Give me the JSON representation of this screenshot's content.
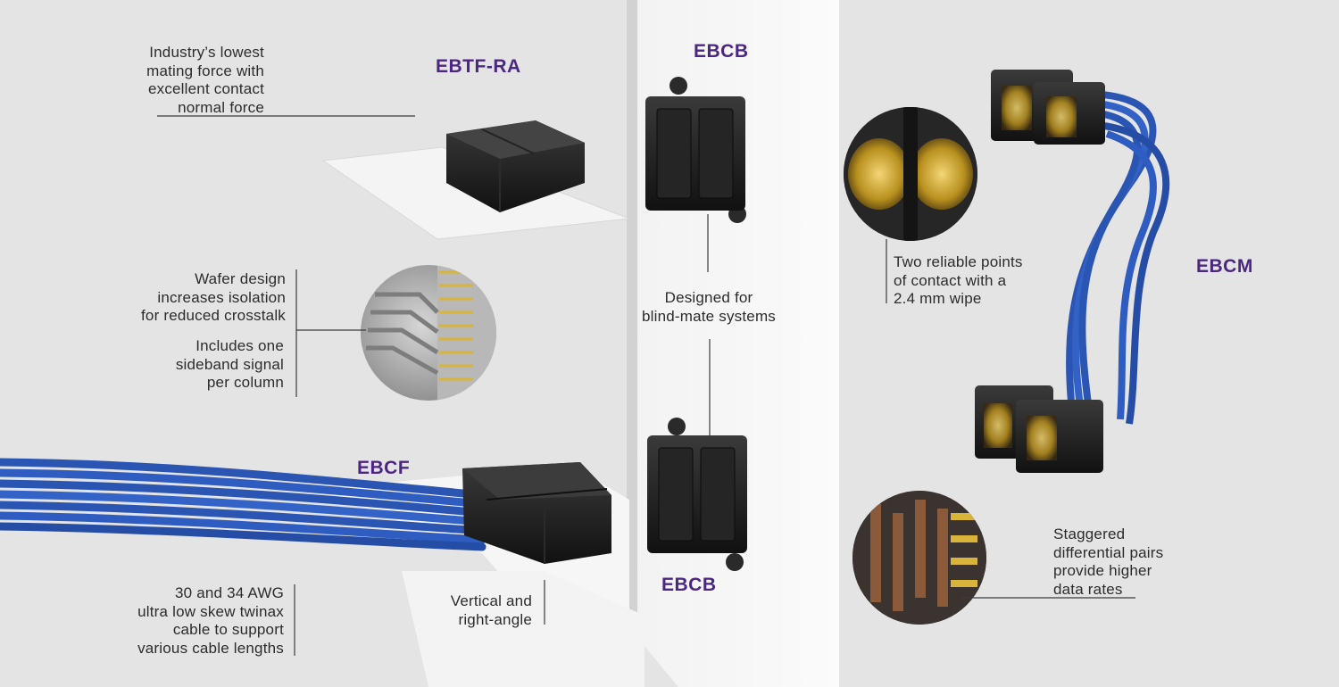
{
  "products": {
    "ebtf_ra": "EBTF-RA",
    "ebcb_top": "EBCB",
    "ebcb_bottom": "EBCB",
    "ebcm": "EBCM",
    "ebcf": "EBCF"
  },
  "callouts": {
    "mating_force": [
      "Industry’s lowest",
      "mating force with",
      "excellent contact",
      "normal force"
    ],
    "wafer_design": [
      "Wafer design",
      "increases isolation",
      "for reduced crosstalk"
    ],
    "sideband": [
      "Includes one",
      "sideband signal",
      "per column"
    ],
    "cable": [
      "30 and 34 AWG",
      "ultra low skew twinax",
      "cable to support",
      "various cable lengths"
    ],
    "vertical": [
      "Vertical and",
      "right-angle"
    ],
    "blind_mate": [
      "Designed for",
      "blind-mate systems"
    ],
    "contact_points": [
      "Two reliable points",
      "of contact with a",
      "2.4 mm wipe"
    ],
    "staggered": [
      "Staggered",
      "differential pairs",
      "provide higher",
      "data rates"
    ]
  },
  "colors": {
    "background": "#e4e4e4",
    "product_label": "#4b2682",
    "cable_blue": "#2b55b3",
    "connector_black": "#1b1b1b",
    "contact_gold": "#c9a227",
    "panel_white": "#f6f6f6"
  }
}
